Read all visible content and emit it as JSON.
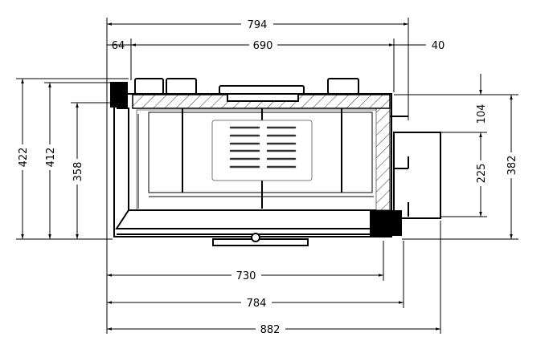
{
  "title": "Fireplace insert dimension drawing (top section)",
  "dimensions": {
    "overall_top_width": "794",
    "left_offset": "64",
    "inner_top_width": "690",
    "right_offset": "40",
    "left_height_outer": "422",
    "left_height_mid": "412",
    "left_height_inner": "358",
    "right_top_depth": "104",
    "right_box_depth": "225",
    "right_total_depth": "382",
    "bottom_width_1": "730",
    "bottom_width_2": "784",
    "bottom_width_3": "882"
  },
  "colors": {
    "line": "#000000",
    "background": "#ffffff"
  }
}
